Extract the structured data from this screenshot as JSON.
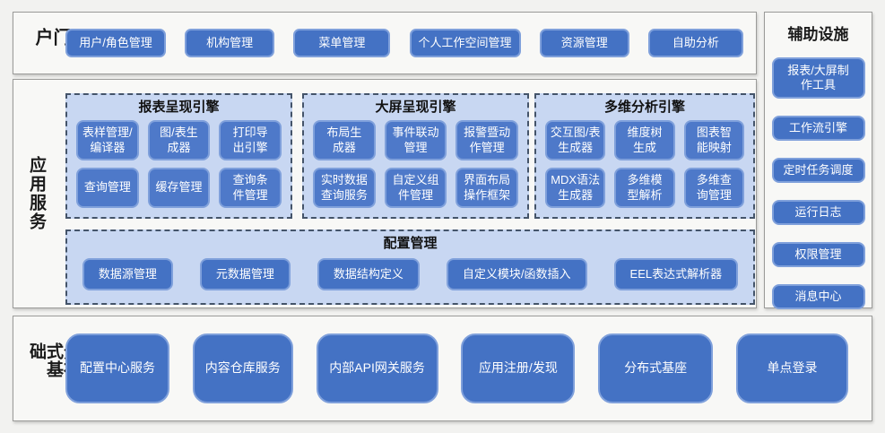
{
  "colors": {
    "page_bg": "#F2F2F0",
    "section_bg": "#F8F8F6",
    "section_border": "#9B9B99",
    "node_blue": "#4472C4",
    "node_blue_light": "#4E79C9",
    "node_border": "#7FA0DB",
    "node_text": "#FFFFFF",
    "panel_bg": "#C8D7F2",
    "panel_border": "#44546A",
    "label_text": "#1A1A1A"
  },
  "portal": {
    "label": "门户",
    "buttons": [
      "用户/角色管理",
      "机构管理",
      "菜单管理",
      "个人工作空间管理",
      "资源管理",
      "自助分析"
    ]
  },
  "app_services": {
    "label": "应用服务",
    "engines": [
      {
        "title": "报表呈现引擎",
        "buttons": [
          "表样管理/\n编译器",
          "图/表生\n成器",
          "打印导\n出引擎",
          "查询管理",
          "缓存管理",
          "查询条\n件管理"
        ]
      },
      {
        "title": "大屏呈现引擎",
        "buttons": [
          "布局生\n成器",
          "事件联动\n管理",
          "报警暨动\n作管理",
          "实时数据\n查询服务",
          "自定义组\n件管理",
          "界面布局\n操作框架"
        ]
      },
      {
        "title": "多维分析引擎",
        "buttons": [
          "交互图/表\n生成器",
          "维度树\n生成",
          "图表智\n能映射",
          "MDX语法\n生成器",
          "多维模\n型解析",
          "多维查\n询管理"
        ]
      }
    ],
    "config": {
      "title": "配置管理",
      "buttons": [
        "数据源管理",
        "元数据管理",
        "数据结构定义",
        "自定义模块/函数插入",
        "EEL表达式解析器"
      ]
    }
  },
  "auxiliary": {
    "title": "辅助设施",
    "buttons": [
      "报表/大屏制\n作工具",
      "工作流引擎",
      "定时任务调度",
      "运行日志",
      "权限管理",
      "消息中心"
    ]
  },
  "distributed": {
    "label": "分布式基础",
    "buttons": [
      "配置中心服务",
      "内容仓库服务",
      "内部API网关服务",
      "应用注册/发现",
      "分布式基座",
      "单点登录"
    ]
  }
}
